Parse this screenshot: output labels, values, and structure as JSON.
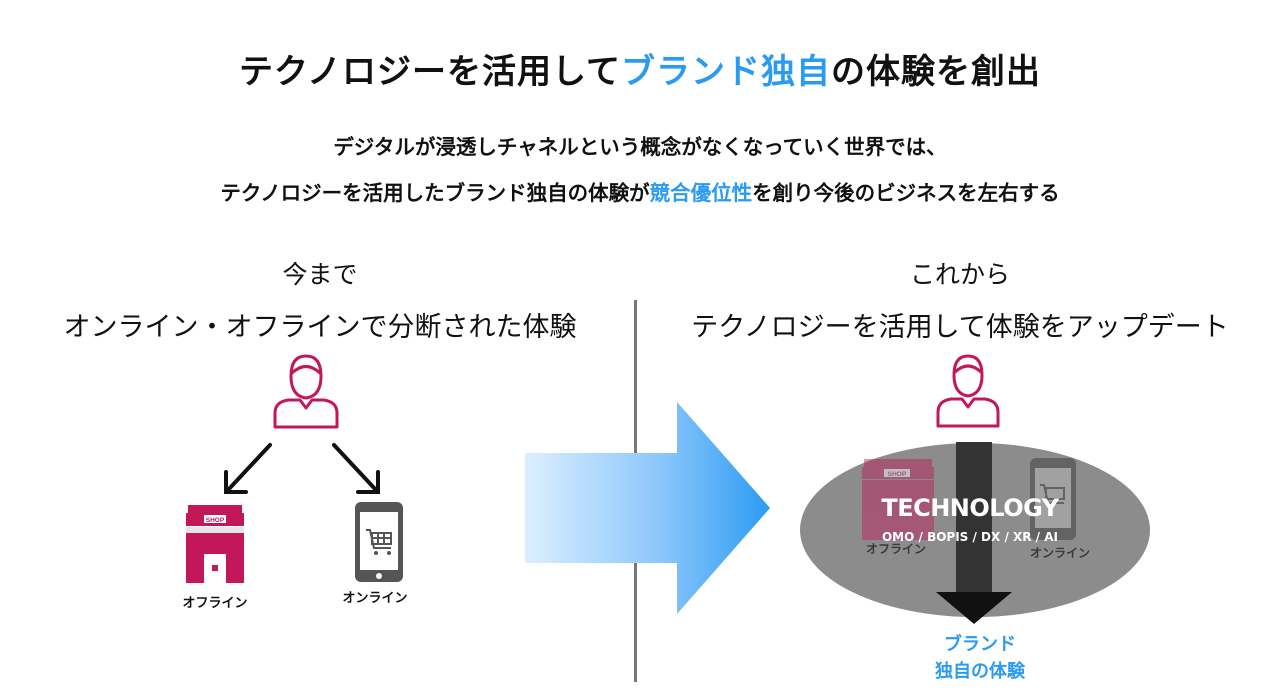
{
  "title": {
    "pre": "テクノロジーを活用して",
    "accent": "ブランド独自",
    "post": "の体験を創出"
  },
  "subtitle": {
    "line1": "デジタルが浸透しチャネルという概念がなくなっていく世界では、",
    "line2_pre": "テクノロジーを活用したブランド独自の体験が",
    "line2_accent": "競合優位性",
    "line2_post": "を創り今後のビジネスを左右する"
  },
  "left": {
    "heading": "今まで",
    "caption": "オンライン・オフラインで分断された体験",
    "offline_label": "オフライン",
    "online_label": "オンライン",
    "shop_sign": "SHOP"
  },
  "right": {
    "heading": "これから",
    "caption": "テクノロジーを活用して体験をアップデート",
    "tech_title": "TECHNOLOGY",
    "tech_sub": "OMO / BOPIS / DX / XR / AI",
    "offline_label": "オフライン",
    "online_label": "オンライン",
    "shop_sign": "SHOP",
    "result_line1": "ブランド",
    "result_line2": "独自の体験"
  },
  "colors": {
    "accent": "#2b9bf2",
    "person": "#c2185b",
    "shop": "#c2185b",
    "phone": "#555555",
    "ellipse": "#8c8c8c",
    "dark_arrow": "#333333"
  },
  "icons": {
    "person": "person-icon",
    "shop": "shop-icon",
    "phone": "smartphone-cart-icon",
    "big_arrow": "right-arrow-icon"
  }
}
